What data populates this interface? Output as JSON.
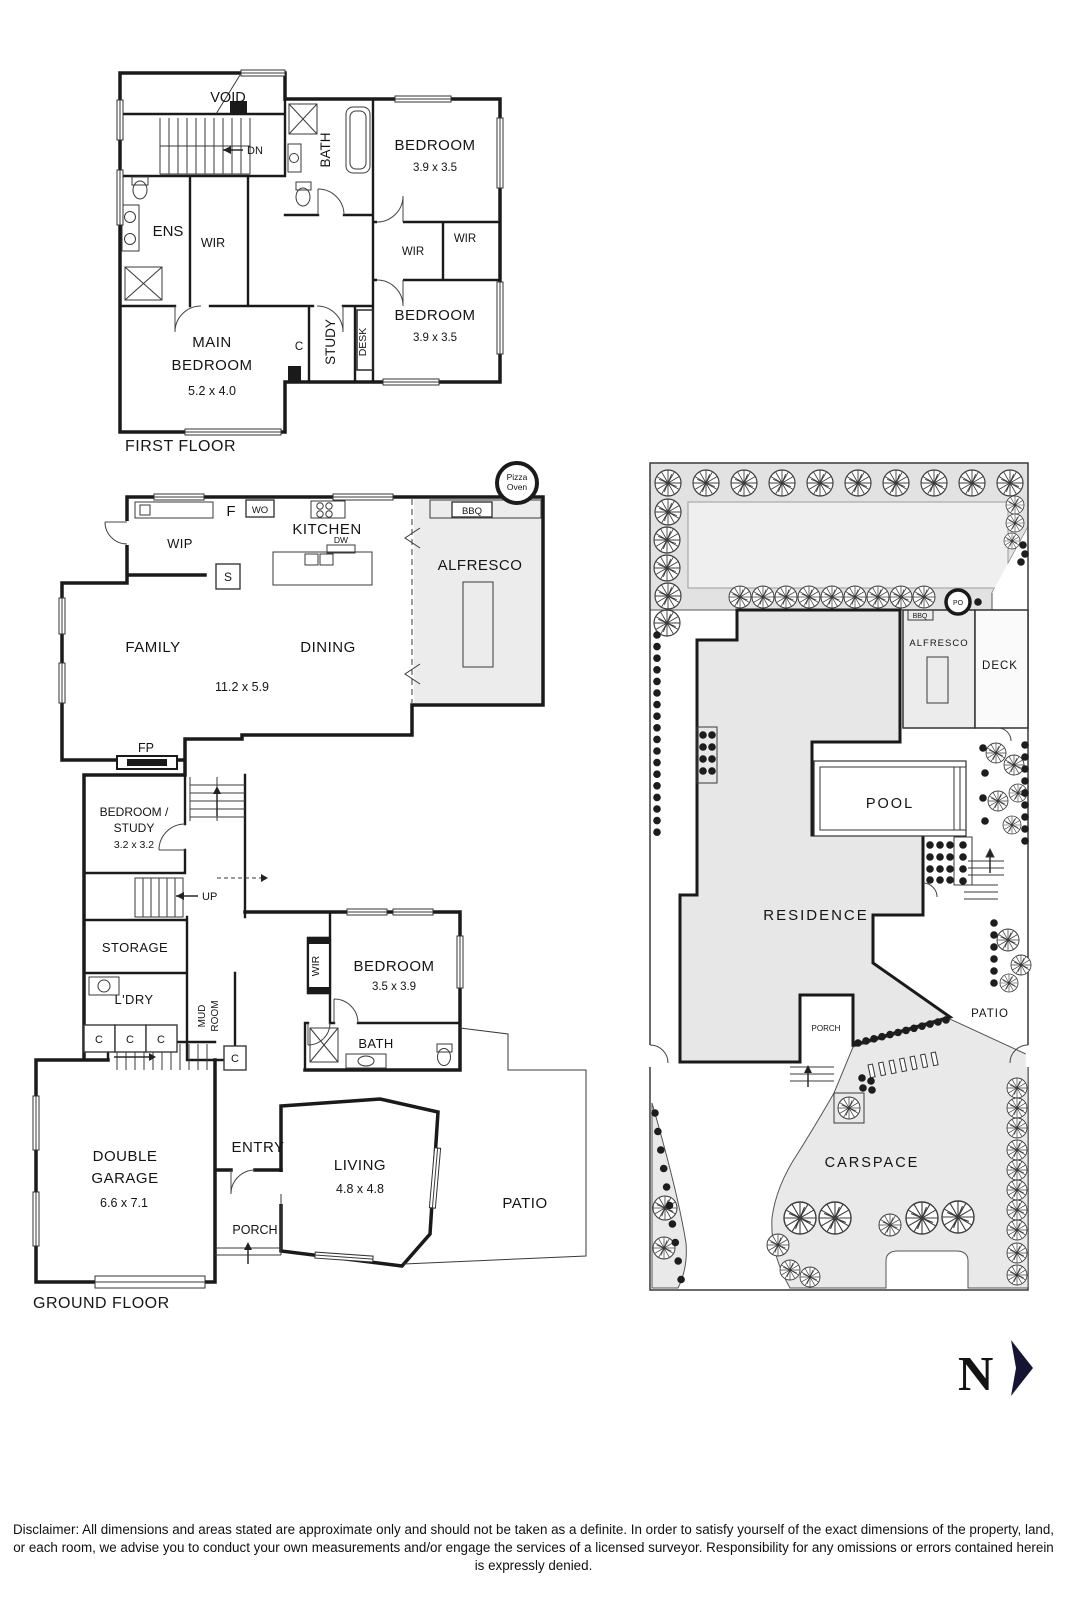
{
  "first_floor": {
    "caption": "FIRST FLOOR",
    "void_label": "VOID",
    "stairs_dn": "DN",
    "bath": "BATH",
    "bedroom_top": {
      "name": "BEDROOM",
      "dims": "3.9 x 3.5"
    },
    "ens": "ENS",
    "wir_main": "WIR",
    "wir_left": "WIR",
    "wir_right": "WIR",
    "main_bedroom": {
      "line1": "MAIN",
      "line2": "BEDROOM",
      "dims": "5.2 x 4.0"
    },
    "closet": "C",
    "study": "STUDY",
    "desk": "DESK",
    "bedroom_bottom": {
      "name": "BEDROOM",
      "dims": "3.9 x 3.5"
    }
  },
  "ground_floor": {
    "caption": "GROUND FLOOR",
    "fridge": "F",
    "wall_oven": "WO",
    "bbq": "BBQ",
    "pizza_oven": {
      "line1": "Pizza",
      "line2": "Oven"
    },
    "wip": "WIP",
    "sink": "S",
    "kitchen": "KITCHEN",
    "dishwasher": "DW",
    "alfresco": "ALFRESCO",
    "family": "FAMILY",
    "dining": "DINING",
    "family_dining_dims": "11.2 x 5.9",
    "fireplace": "FP",
    "bedroom_study": {
      "line1": "BEDROOM /",
      "line2": "STUDY",
      "dims": "3.2 x 3.2"
    },
    "stairs_up": "UP",
    "storage": "STORAGE",
    "laundry": "L'DRY",
    "closets": [
      "C",
      "C",
      "C"
    ],
    "mud_room": {
      "line1": "MUD",
      "line2": "ROOM"
    },
    "wir": "WIR",
    "bedroom": {
      "name": "BEDROOM",
      "dims": "3.5 x 3.9"
    },
    "bath": "BATH",
    "hall_closet": "C",
    "garage": {
      "line1": "DOUBLE",
      "line2": "GARAGE",
      "dims": "6.6 x 7.1"
    },
    "entry": "ENTRY",
    "porch": "PORCH",
    "living": {
      "name": "LIVING",
      "dims": "4.8 x 4.8"
    },
    "patio": "PATIO"
  },
  "site_plan": {
    "pizza_oven": "PO",
    "bbq": "BBQ",
    "alfresco": "ALFRESCO",
    "deck": "DECK",
    "pool": "POOL",
    "residence": "RESIDENCE",
    "patio": "PATIO",
    "porch": "PORCH",
    "carspace": "CARSPACE"
  },
  "compass": {
    "north": "N"
  },
  "disclaimer": "Disclaimer: All dimensions and areas stated are approximate only and should not be taken as a definite. In order to satisfy yourself of the exact dimensions of the property, land, or each room, we advise you to conduct your own measurements and/or engage the services of a licensed surveyor. Responsibility for any omissions or errors contained herein is expressly denied.",
  "colors": {
    "wall": "#1a1a1a",
    "shaded_area": "#e8e8e8",
    "compass": "#151533"
  }
}
